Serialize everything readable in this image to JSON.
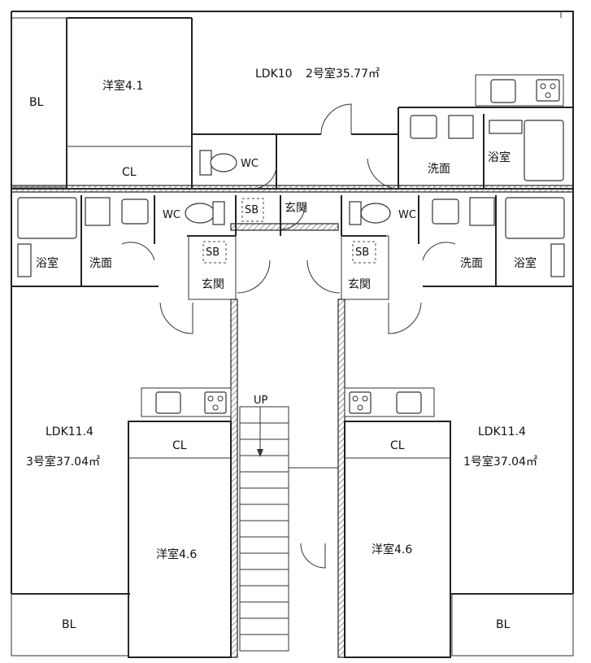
{
  "rooms": {
    "unit2": {
      "id": "2号室35.77㎡",
      "ldk": "LDK10",
      "western": "洋室4.1",
      "balcony": "BL",
      "closet": "CL",
      "wc": "WC",
      "washroom": "洗面",
      "bath": "浴室",
      "sb": "SB",
      "entrance": "玄関"
    },
    "unit3": {
      "id": "3号室37.04㎡",
      "ldk": "LDK11.4",
      "western": "洋室4.6",
      "balcony": "BL",
      "closet": "CL",
      "wc": "WC",
      "washroom": "洗面",
      "bath": "浴室",
      "sb": "SB",
      "entrance": "玄関"
    },
    "unit1": {
      "id": "1号室37.04㎡",
      "ldk": "LDK11.4",
      "western": "洋室4.6",
      "balcony": "BL",
      "closet": "CL",
      "wc": "WC",
      "washroom": "洗面",
      "bath": "浴室",
      "sb": "SB",
      "entrance": "玄関"
    }
  },
  "stairs": {
    "label": "UP"
  }
}
